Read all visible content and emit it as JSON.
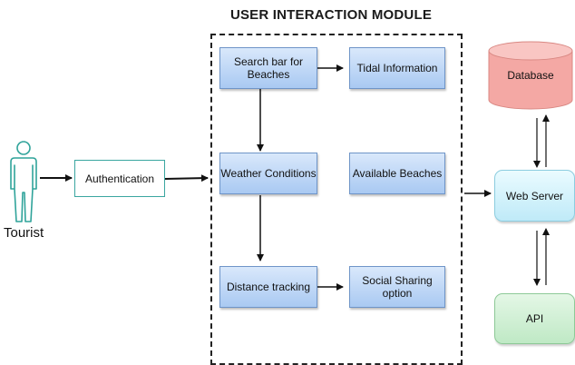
{
  "title": "USER INTERACTION MODULE",
  "actor": {
    "label": "Tourist",
    "icon": "person-icon"
  },
  "authentication": {
    "label": "Authentication"
  },
  "module_boxes": {
    "search": "Search bar for Beaches",
    "tidal": "Tidal Information",
    "weather": "Weather Conditions",
    "available": "Available Beaches",
    "distance": "Distance tracking",
    "social": "Social Sharing option"
  },
  "database": {
    "label": "Database",
    "color": "#f4a8a4"
  },
  "web_server": {
    "label": "Web Server",
    "color": "#c4ecf8"
  },
  "api": {
    "label": "API",
    "color": "#c7ecca"
  },
  "colors": {
    "module_box": "#bcd5f5",
    "auth_border": "#3aa6a0",
    "person_stroke": "#2fa39a"
  }
}
